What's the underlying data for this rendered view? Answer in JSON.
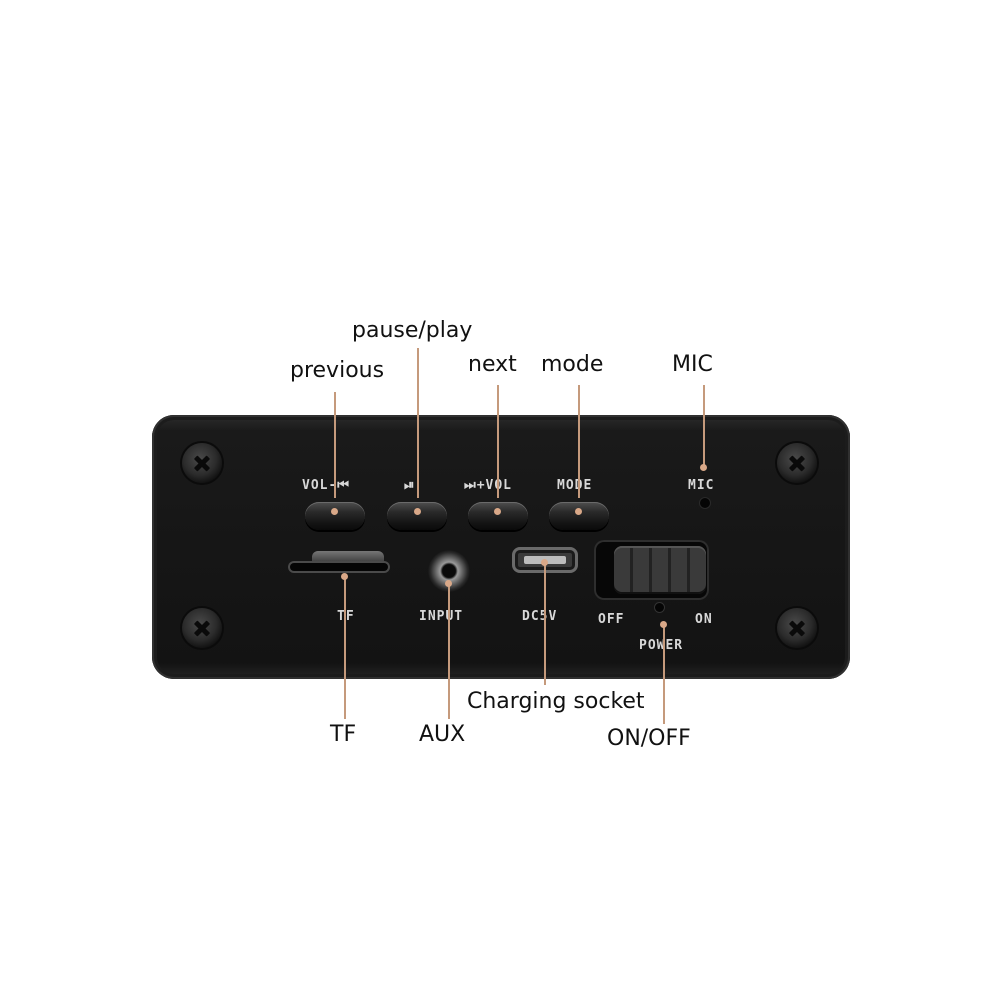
{
  "callouts": {
    "pause_play": "pause/play",
    "previous": "previous",
    "next": "next",
    "mode": "mode",
    "mic": "MIC",
    "tf": "TF",
    "aux": "AUX",
    "charging": "Charging socket",
    "on_off": "ON/OFF"
  },
  "panel_labels": {
    "vol_minus": "VOL-⏮",
    "play": "⏯",
    "vol_plus": "⏭+VOL",
    "mode": "MODE",
    "mic": "MIC",
    "tf": "TF",
    "input": "INPUT",
    "dc5v": "DC5V",
    "off": "OFF",
    "on": "ON",
    "power": "POWER"
  },
  "colors": {
    "panel": "#161616",
    "leader_line": "#c59a7c",
    "label_on_panel": "#d8d8d8"
  }
}
